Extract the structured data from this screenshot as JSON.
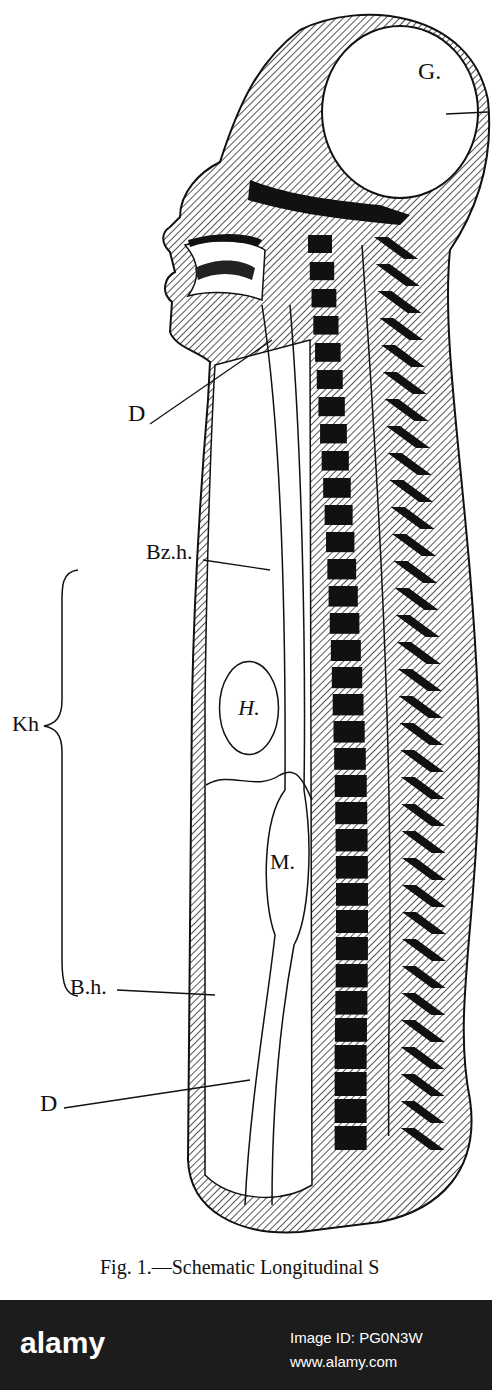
{
  "diagram": {
    "caption": "Fig. 1.—Schematic Longitudinal S",
    "nodes": [
      {
        "text": [
          "H."
        ]
      }
    ],
    "labels": [
      "G.",
      "D",
      "Bz.h.",
      "Kh",
      "M.",
      "B.h.",
      "D",
      "alamy",
      "Image ID: PG0N3W",
      "www.alamy.com"
    ]
  }
}
